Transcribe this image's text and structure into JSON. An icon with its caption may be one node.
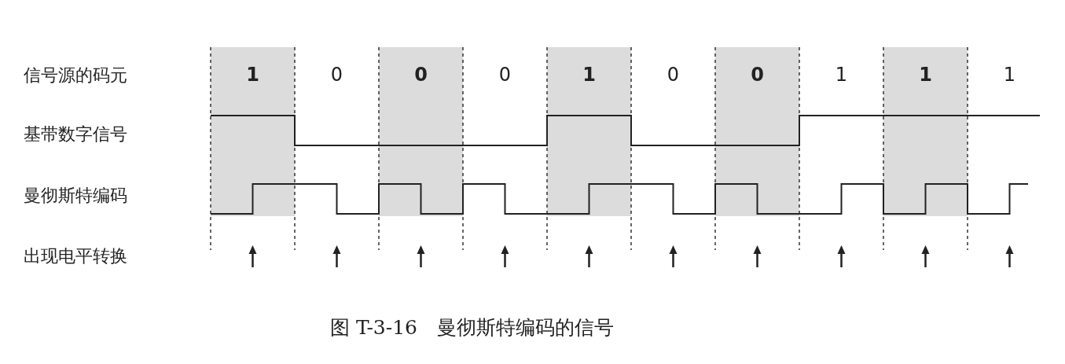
{
  "diagram": {
    "caption": "图 T-3-16　曼彻斯特编码的信号",
    "labels": [
      "信号源的码元",
      "基带数字信号",
      "曼彻斯特编码",
      "出现电平转换",
      "1",
      "0",
      "0",
      "0",
      "1",
      "0",
      "0",
      "1",
      "1",
      "1"
    ]
  }
}
